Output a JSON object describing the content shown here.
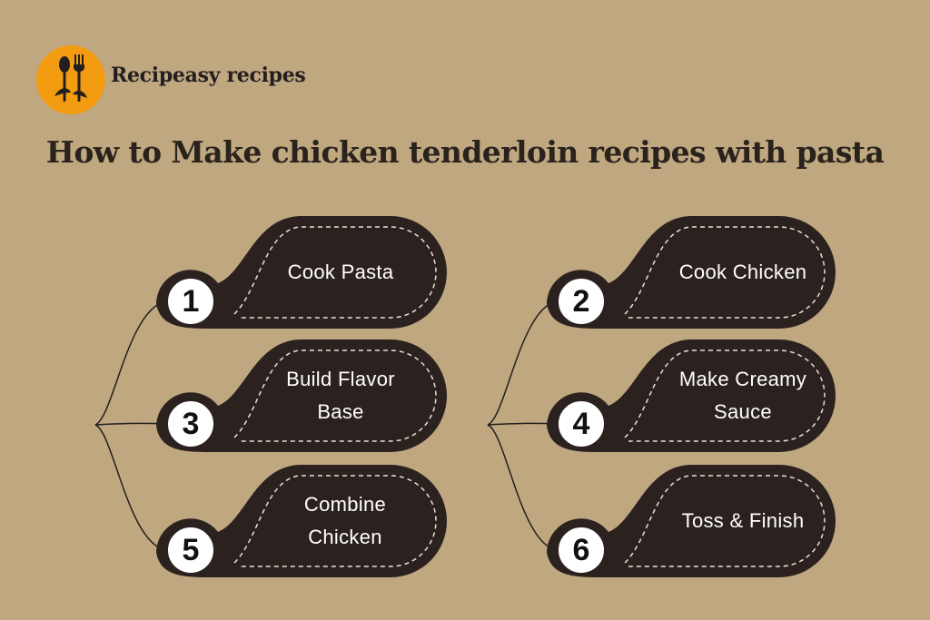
{
  "brand": {
    "name": "Recipeasy recipes"
  },
  "title": "How to Make chicken tenderloin recipes with pasta",
  "colors": {
    "background": "#BFA77F",
    "bubble": "#2b2220",
    "logo": "#F39C12",
    "number_circle": "#ffffff"
  },
  "steps": [
    {
      "number": "1",
      "label": "Cook Pasta"
    },
    {
      "number": "2",
      "label": "Cook Chicken"
    },
    {
      "number": "3",
      "label": "Build Flavor Base"
    },
    {
      "number": "4",
      "label": "Make Creamy Sauce"
    },
    {
      "number": "5",
      "label": "Combine Chicken"
    },
    {
      "number": "6",
      "label": "Toss & Finish"
    }
  ]
}
